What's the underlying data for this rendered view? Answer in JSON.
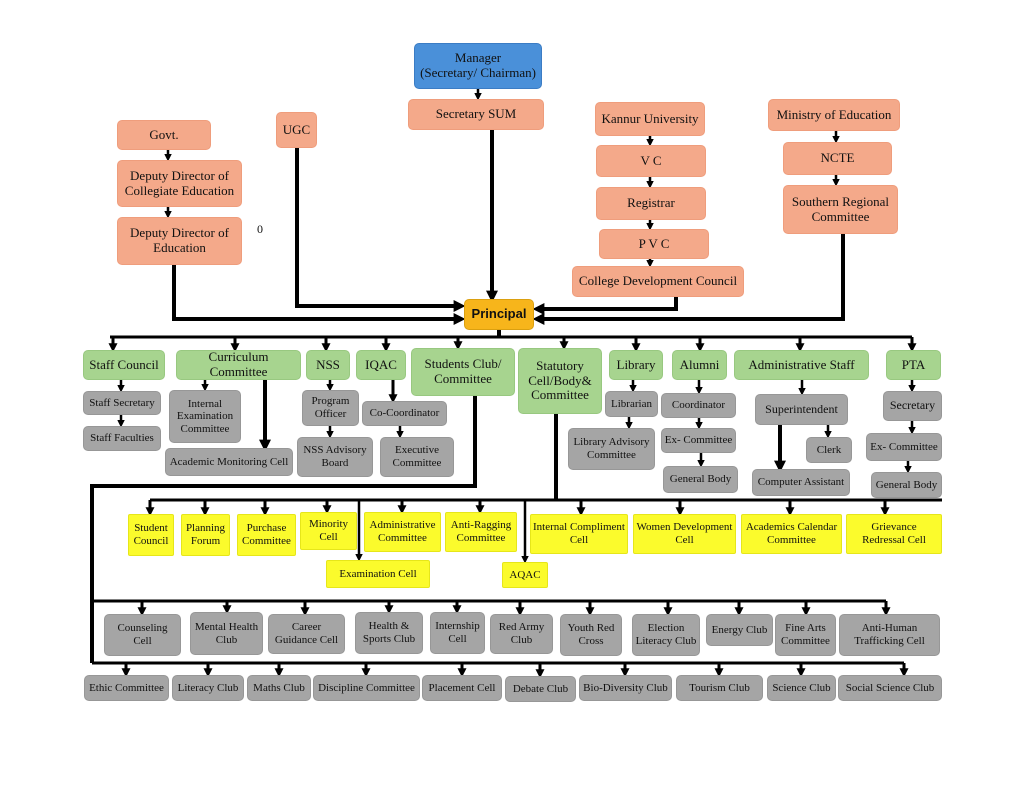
{
  "nodes": {
    "manager": "Manager\n(Secretary/ Chairman)",
    "secretary_sum": "Secretary SUM",
    "govt": "Govt.",
    "deputy_collegiate": "Deputy Director of Collegiate Education",
    "deputy_education": "Deputy Director of Education",
    "ugc": "UGC",
    "zero": "0",
    "kannur": "Kannur University",
    "vc": "V C",
    "registrar": "Registrar",
    "pvc": "P V C",
    "cdc": "College Development Council",
    "ministry": "Ministry of Education",
    "ncte": "NCTE",
    "src": "Southern Regional Committee",
    "principal": "Principal",
    "staff_council": "Staff Council",
    "curriculum": "Curriculum Committee",
    "nss": "NSS",
    "iqac": "IQAC",
    "students_club": "Students Club/ Committee",
    "statutory": "Statutory Cell/Body& Committee",
    "library": "Library",
    "alumni": "Alumni",
    "admin_staff": "Administrative Staff",
    "pta": "PTA",
    "staff_secretary": "Staff Secretary",
    "staff_faculties": "Staff Faculties",
    "internal_exam": "Internal Examination Committee",
    "academic_monitoring": "Academic Monitoring Cell",
    "program_officer": "Program Officer",
    "nss_advisory": "NSS Advisory Board",
    "co_coordinator": "Co-Coordinator",
    "executive_committee": "Executive Committee",
    "librarian": "Librarian",
    "library_advisory": "Library Advisory Committee",
    "coordinator": "Coordinator",
    "alumni_ex_committee": "Ex- Committee",
    "alumni_general_body": "General Body",
    "superintendent": "Superintendent",
    "clerk": "Clerk",
    "computer_assistant": "Computer Assistant",
    "pta_secretary": "Secretary",
    "pta_ex_committee": "Ex- Committee",
    "pta_general_body": "General Body",
    "student_council": "Student Council",
    "planning_forum": "Planning Forum",
    "purchase_committee": "Purchase Committee",
    "minority_cell": "Minority Cell",
    "administrative_committee": "Administrative Committee",
    "anti_ragging": "Anti-Ragging Committee",
    "internal_compliment": "Internal Compliment Cell",
    "women_development": "Women Development Cell",
    "academics_calendar": "Academics Calendar Committee",
    "grievance": "Grievance Redressal Cell",
    "examination_cell": "Examination Cell",
    "aqac": "AQAC",
    "counseling": "Counseling Cell",
    "mental_health": "Mental Health Club",
    "career_guidance": "Career Guidance Cell",
    "health_sports": "Health & Sports Club",
    "internship": "Internship Cell",
    "red_army": "Red Army Club",
    "youth_red_cross": "Youth Red Cross",
    "election_literacy": "Election Literacy Club",
    "energy_club": "Energy Club",
    "fine_arts": "Fine Arts Committee",
    "anti_human": "Anti-Human Trafficking Cell",
    "ethic_committee": "Ethic Committee",
    "literacy_club": "Literacy Club",
    "maths_club": "Maths Club",
    "discipline_committee": "Discipline Committee",
    "placement_cell": "Placement Cell",
    "debate_club": "Debate Club",
    "biodiversity_club": "Bio-Diversity Club",
    "tourism_club": "Tourism Club",
    "science_club": "Science Club",
    "social_science_club": "Social Science Club"
  },
  "colors": {
    "orange": "#f4a98a",
    "blue": "#4a90d9",
    "green": "#a7d48f",
    "gray": "#a5a5a5",
    "yellow": "#fbfb2c",
    "principal": "#f7b51b",
    "connector": "#000000"
  }
}
